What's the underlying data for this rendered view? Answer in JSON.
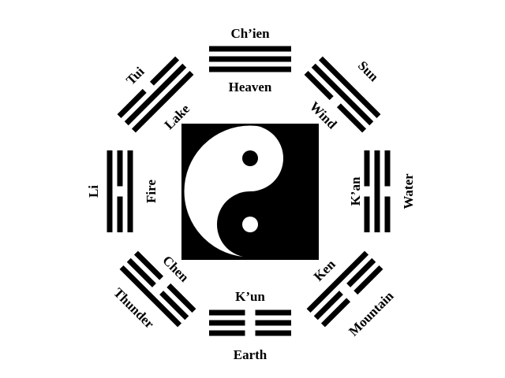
{
  "trigrams": {
    "heaven": {
      "name": "Ch’ien",
      "meaning": "Heaven",
      "lines": [
        1,
        1,
        1
      ]
    },
    "wind": {
      "name": "Sun",
      "meaning": "Wind",
      "lines": [
        1,
        1,
        0
      ]
    },
    "water": {
      "name": "K’an",
      "meaning": "Water",
      "lines": [
        0,
        1,
        0
      ]
    },
    "mountain": {
      "name": "Ken",
      "meaning": "Mountain",
      "lines": [
        1,
        0,
        0
      ]
    },
    "earth": {
      "name": "K’un",
      "meaning": "Earth",
      "lines": [
        0,
        0,
        0
      ]
    },
    "thunder": {
      "name": "Chen",
      "meaning": "Thunder",
      "lines": [
        0,
        0,
        1
      ]
    },
    "fire": {
      "name": "Li",
      "meaning": "Fire",
      "lines": [
        1,
        0,
        1
      ]
    },
    "lake": {
      "name": "Tui",
      "meaning": "Lake",
      "lines": [
        0,
        1,
        1
      ]
    }
  },
  "colors": {
    "ink": "#000000",
    "paper": "#ffffff"
  }
}
